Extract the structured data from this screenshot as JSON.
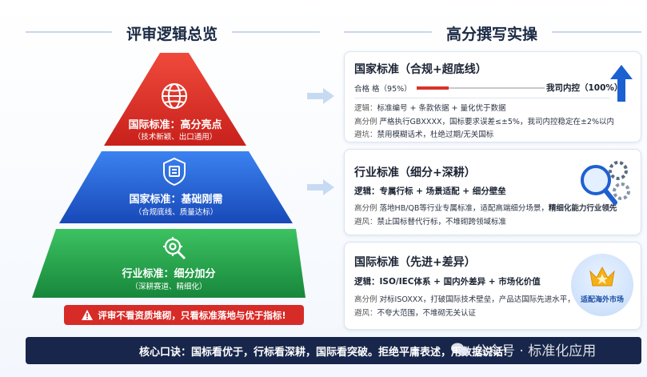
{
  "left_title": "评审逻辑总览",
  "right_title": "高分撰写实操",
  "pyramid": {
    "top": {
      "label": "国际标准：高分亮点",
      "sub": "（技术新颖、出口通用）",
      "color": "#e02d25"
    },
    "middle": {
      "label": "国家标准：基础刚需",
      "sub": "（合规底线、质量达标）",
      "color": "#1f63d6"
    },
    "bottom": {
      "label": "行业标准：细分加分",
      "sub": "（深耕赛道、精细化）",
      "color": "#1ea44d"
    }
  },
  "warning": "评审不看资质堆砌，只看标准落地与优于指标!",
  "cards": {
    "national": {
      "title": "国家标准（合规+超底线）",
      "qualified": "合格 格（95%）",
      "internal": "我司内控（100%）",
      "logic_key": "逻辑：",
      "logic": "标准编号 + 条款依据 + 量化优于数据",
      "example_key": "高分例",
      "example": "严格执行GBXXXX，国标要求误差≤±5%，我司内控稳定在±2%以内",
      "avoid_key": "避坑：",
      "avoid": "禁用模糊话术，杜绝过期/无关国标"
    },
    "industry": {
      "title": "行业标准（细分+深耕）",
      "logic_key": "逻辑：",
      "logic": "专属行标 + 场景适配 + 细分壁垒",
      "example_key": "高分例",
      "example": "落地HB/QB等行业专属标准，适配高端细分场景，",
      "example_bold": "精细化能力行业领先",
      "avoid_key": "避风：",
      "avoid": "禁止国标替代行标，不堆砌跨领域标准"
    },
    "international": {
      "title": "国际标准（先进+差异）",
      "logic_key": "逻辑：",
      "logic": "ISO/IEC体系 + 国内外差异 + 市场化价值",
      "example_key": "高分例",
      "example": "对标ISOXXX，打破国际技术壁垒，产品达国际先进水平，",
      "avoid_key": "避风：",
      "avoid": "不夸大范围，不堆砌无关认证",
      "badge": "适配海外市场"
    }
  },
  "bottom_bar": "核心口诀：国标看优于，行标看深耕，国际看突破。拒绝平庸表述，用数据说话!",
  "watermark": "公众号 · 标准化应用"
}
